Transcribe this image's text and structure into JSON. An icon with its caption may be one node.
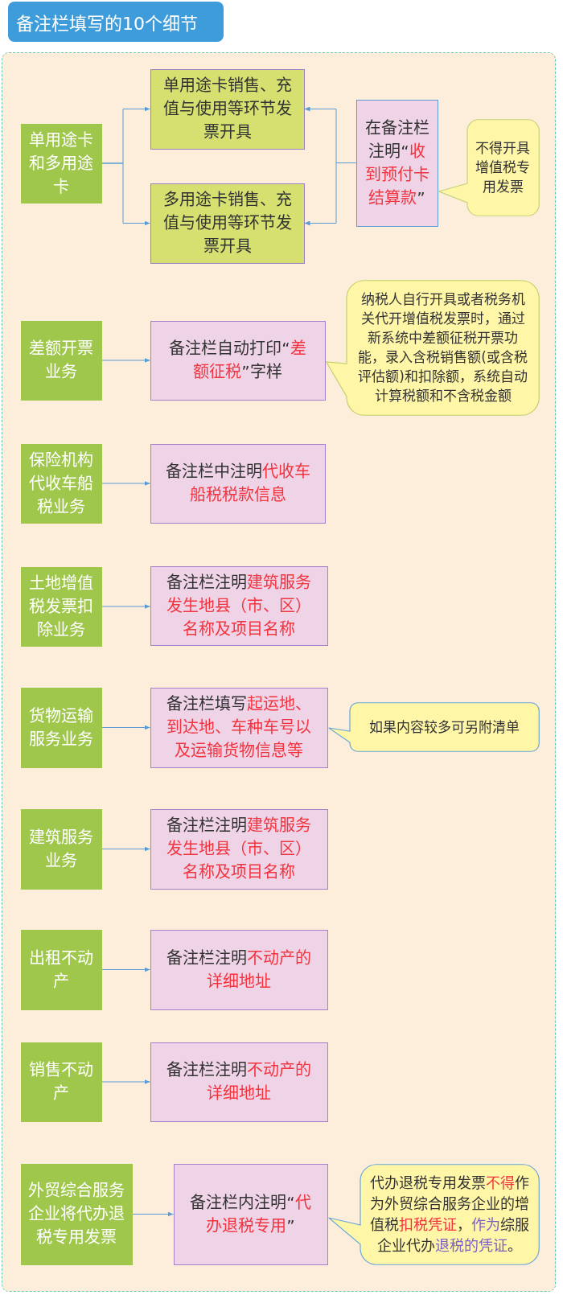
{
  "diagram": {
    "title": "备注栏填写的10个细节",
    "nodes": [
      {
        "text": [],
        "shape": "box"
      },
      {
        "text": [
          "单用途卡和多用途卡"
        ],
        "in": 0
      },
      {
        "text": [
          "单用途卡销售、充值与使用等环节发票开具"
        ],
        "in": 0
      },
      {
        "text": [
          "多用途卡销售、充值与使用等环节发票开具"
        ],
        "in": 0
      },
      {
        "text": [
          "在备注栏注明“收到预付卡结算款”"
        ],
        "in": 0
      },
      {
        "text": [
          "不得开具增值税专用发票"
        ],
        "in": 0
      },
      {
        "text": [
          "差额开票业务"
        ],
        "in": 0
      },
      {
        "text": [
          "备注栏自动打印“差额征税”字样"
        ],
        "in": 0
      },
      {
        "text": [
          "纳税人自行开具或者税务机关代开增值税发票时，通过新系统中差额征税开票功能，录入含税销售额(或含税评估额)和扣除额，系统自动计算税额和不含税金额"
        ],
        "in": 0
      },
      {
        "text": [
          "保险机构代收车船税业务"
        ],
        "in": 0
      },
      {
        "text": [
          "备注栏中注明代收车船税税款信息"
        ],
        "in": 0
      },
      {
        "text": [
          "土地增值税发票扣除业务"
        ],
        "in": 0
      },
      {
        "text": [
          "备注栏注明建筑服务发生地县（市、区）名称及项目名称"
        ],
        "in": 0
      },
      {
        "text": [
          "货物运输服务业务"
        ],
        "in": 0
      },
      {
        "text": [
          "备注栏填写起运地、到达地、车种车号以及运输货物信息等"
        ],
        "in": 0
      },
      {
        "text": [
          "如果内容较多可另附清单"
        ],
        "in": 0
      },
      {
        "text": [
          "建筑服务业务"
        ],
        "in": 0
      },
      {
        "text": [
          "备注栏注明建筑服务发生地县（市、区）名称及项目名称"
        ],
        "in": 0
      },
      {
        "text": [
          "出租不动产"
        ],
        "in": 0
      },
      {
        "text": [
          "备注栏注明不动产的详细地址"
        ],
        "in": 0
      },
      {
        "text": [
          "销售不动产"
        ],
        "in": 0
      },
      {
        "text": [
          "备注栏注明不动产的详细地址"
        ],
        "in": 0
      },
      {
        "text": [
          "外贸综合服务企业将代办退税专用发票"
        ],
        "in": 0
      },
      {
        "text": [
          "备注栏内注明“代办退税专用”"
        ],
        "in": 0
      },
      {
        "text": [
          "代办退税专用发票不得作为外贸综合服务企业的增值税扣税凭证，作为综服企业代办退税的凭证。"
        ],
        "in": 0
      }
    ],
    "edges": [
      {
        "from": 1,
        "to": 2,
        "arrow": "to"
      },
      {
        "from": 1,
        "to": 3,
        "arrow": "to"
      },
      {
        "from": 4,
        "to": 2,
        "arrow": "to"
      },
      {
        "from": 4,
        "to": 3,
        "arrow": "to"
      },
      {
        "from": 6,
        "to": 7,
        "arrow": "to"
      },
      {
        "from": 9,
        "to": 10,
        "arrow": "to"
      },
      {
        "from": 11,
        "to": 12,
        "arrow": "to"
      },
      {
        "from": 13,
        "to": 14,
        "arrow": "to"
      },
      {
        "from": 16,
        "to": 17,
        "arrow": "to"
      },
      {
        "from": 18,
        "to": 19,
        "arrow": "to"
      },
      {
        "from": 20,
        "to": 21,
        "arrow": "to"
      },
      {
        "from": 22,
        "to": 23,
        "arrow": "to"
      }
    ]
  }
}
